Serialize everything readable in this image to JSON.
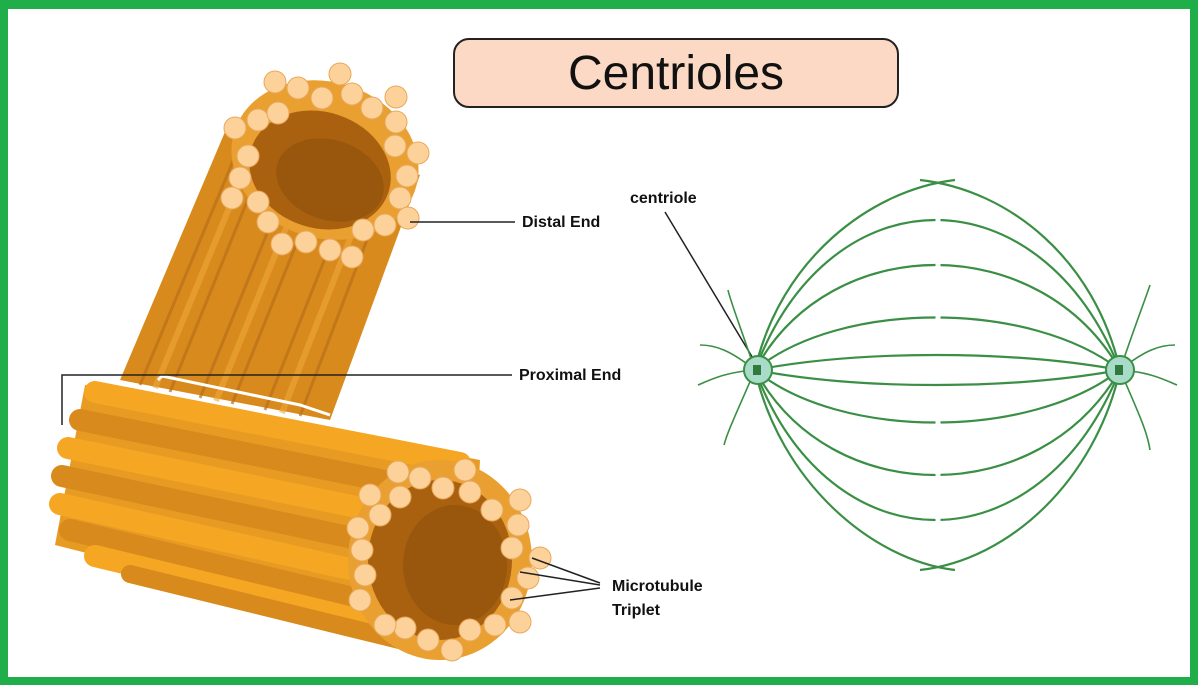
{
  "title": "Centrioles",
  "labels": {
    "distal_end": "Distal End",
    "proximal_end": "Proximal End",
    "microtubule_triplet_line1": "Microtubule",
    "microtubule_triplet_line2": "Triplet",
    "centriole": "centriole"
  },
  "colors": {
    "frame": "#1fae4a",
    "title_fill": "#fcd9c4",
    "cylinder_light": "#f5a623",
    "cylinder_mid": "#d98a1c",
    "cylinder_dark": "#a9610f",
    "bead": "#fcd29a",
    "spindle": "#3a8f45"
  }
}
